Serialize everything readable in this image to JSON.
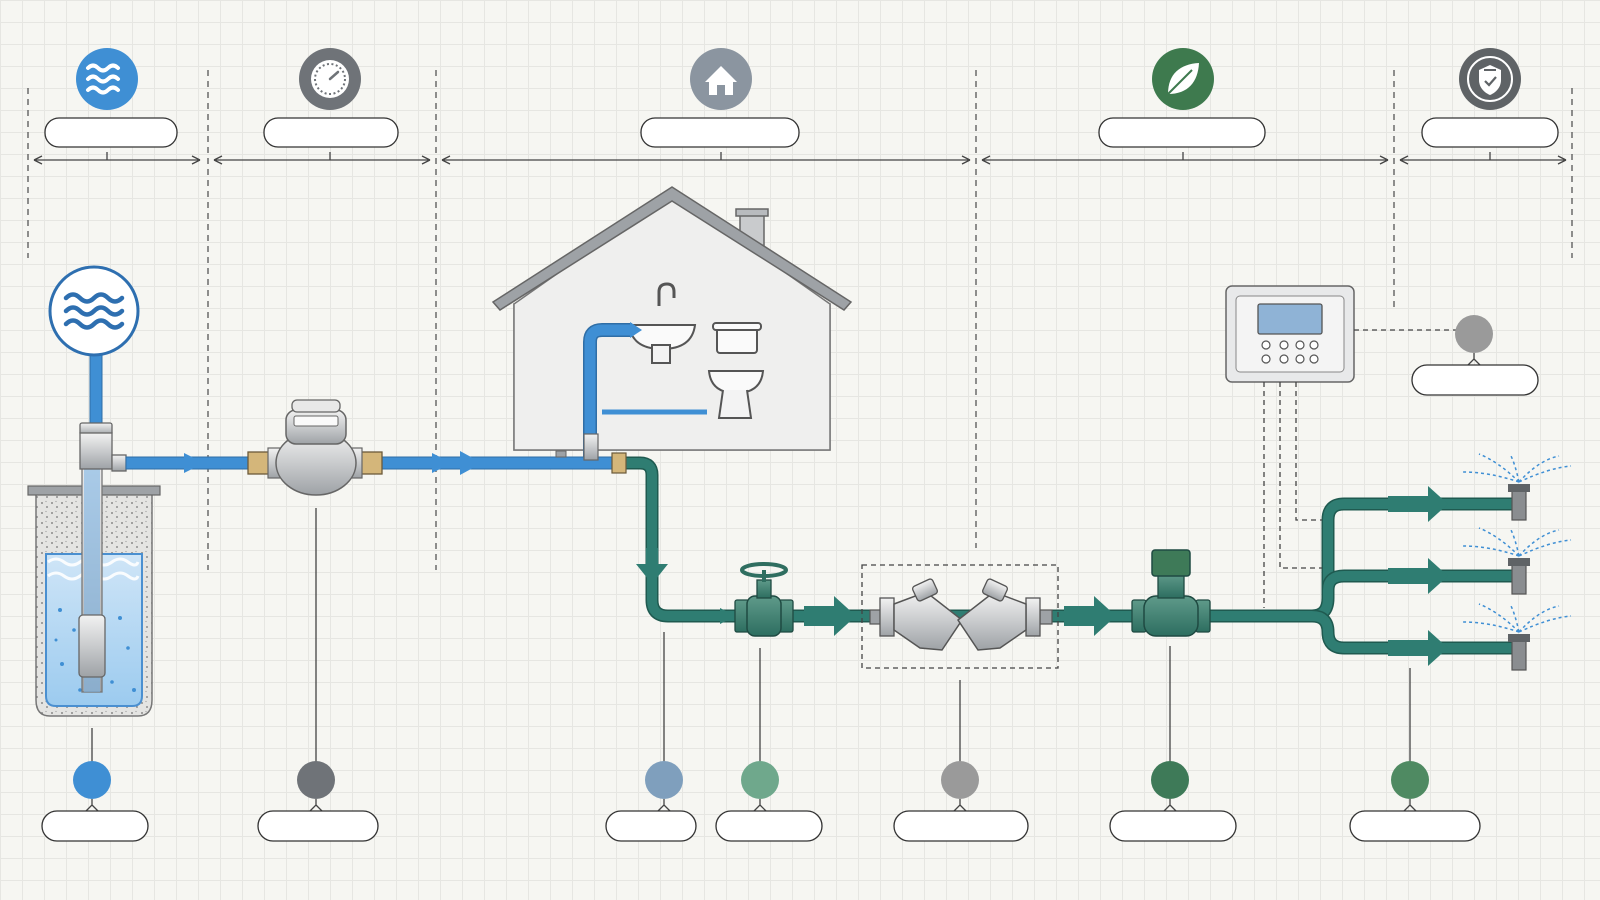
{
  "colors": {
    "water_blue": "#3f8fd4",
    "irrigation_green": "#2f7d72",
    "house_gray": "#8b95a0",
    "leaf_green": "#3e7a4e",
    "meter_gray": "#707070",
    "line_dark": "#444444"
  },
  "header_sections": [
    {
      "icon": "waves-icon",
      "label": ""
    },
    {
      "icon": "gauge-icon",
      "label": ""
    },
    {
      "icon": "house-icon",
      "label": ""
    },
    {
      "icon": "leaf-icon",
      "label": ""
    },
    {
      "icon": "shield-icon",
      "label": ""
    }
  ],
  "components": [
    {
      "name": "well-source",
      "marker_color": "#3f8fd4",
      "label": ""
    },
    {
      "name": "water-meter",
      "marker_color": "#6f7378",
      "label": ""
    },
    {
      "name": "irrigation-tee",
      "marker_color": "#7f9fbd",
      "label": ""
    },
    {
      "name": "gate-valve",
      "marker_color": "#6fa88c",
      "label": ""
    },
    {
      "name": "backflow-preventer",
      "marker_color": "#9a9a9a",
      "label": ""
    },
    {
      "name": "solenoid-valve",
      "marker_color": "#3e7a58",
      "label": ""
    },
    {
      "name": "sprinkler-heads",
      "marker_color": "#4f8a62",
      "label": ""
    },
    {
      "name": "irrigation-controller",
      "marker_color": "#9a9a9a",
      "label": ""
    }
  ]
}
